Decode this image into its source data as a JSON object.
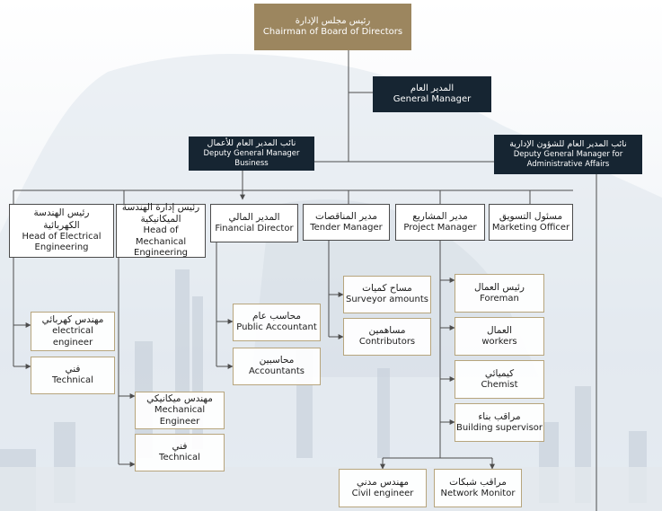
{
  "chart": {
    "chairman": {
      "ar": "رئيس مجلس الإدارة",
      "en": "Chairman of Board of Directors"
    },
    "general_manager": {
      "ar": "المدير العام",
      "en": "General Manager"
    },
    "dgm_business": {
      "ar": "نائب المدير العام للأعمال",
      "en": "Deputy General Manager Business"
    },
    "dgm_admin": {
      "ar": "نائب المدير العام للشؤون الإدارية",
      "en": "Deputy General Manager for Administrative Affairs"
    },
    "head_electrical": {
      "ar": "رئيس الهندسة الكهربائية",
      "en": "Head of Electrical Engineering"
    },
    "head_mechanical": {
      "ar": "رئيس إدارة الهندسة الميكانيكية",
      "en": "Head of Mechanical Engineering"
    },
    "financial_director": {
      "ar": "المدير المالي",
      "en": "Financial Director"
    },
    "tender_manager": {
      "ar": "مدير المناقصات",
      "en": "Tender Manager"
    },
    "project_manager": {
      "ar": "مدير المشاريع",
      "en": "Project Manager"
    },
    "marketing_officer": {
      "ar": "مسئول التسويق",
      "en": "Marketing Officer"
    },
    "surveyor_amounts": {
      "ar": "مساح كميات",
      "en": "Surveyor amounts"
    },
    "contributors": {
      "ar": "مساهمين",
      "en": "Contributors"
    },
    "public_accountant": {
      "ar": "محاسب عام",
      "en": "Public Accountant"
    },
    "accountants": {
      "ar": "محاسبين",
      "en": "Accountants"
    },
    "electrical_engineer": {
      "ar": "مهندس كهربائي",
      "en": "electrical engineer"
    },
    "technical_elec": {
      "ar": "فني",
      "en": "Technical"
    },
    "mechanical_engineer": {
      "ar": "مهندس ميكانيكي",
      "en": "Mechanical Engineer"
    },
    "technical_mech": {
      "ar": "فني",
      "en": "Technical"
    },
    "foreman": {
      "ar": "رئيس العمال",
      "en": "Foreman"
    },
    "workers": {
      "ar": "العمال",
      "en": "workers"
    },
    "chemist": {
      "ar": "كيميائي",
      "en": "Chemist"
    },
    "building_supervisor": {
      "ar": "مراقب بناء",
      "en": "Building supervisor"
    },
    "civil_engineer": {
      "ar": "مهندس مدني",
      "en": "Civil engineer"
    },
    "network_monitor": {
      "ar": "مراقب شبكات",
      "en": "Network Monitor"
    }
  },
  "colors": {
    "gold": "#9c865f",
    "navy": "#162532",
    "outline": "#b7a57d",
    "line": "#4d4d4d"
  }
}
